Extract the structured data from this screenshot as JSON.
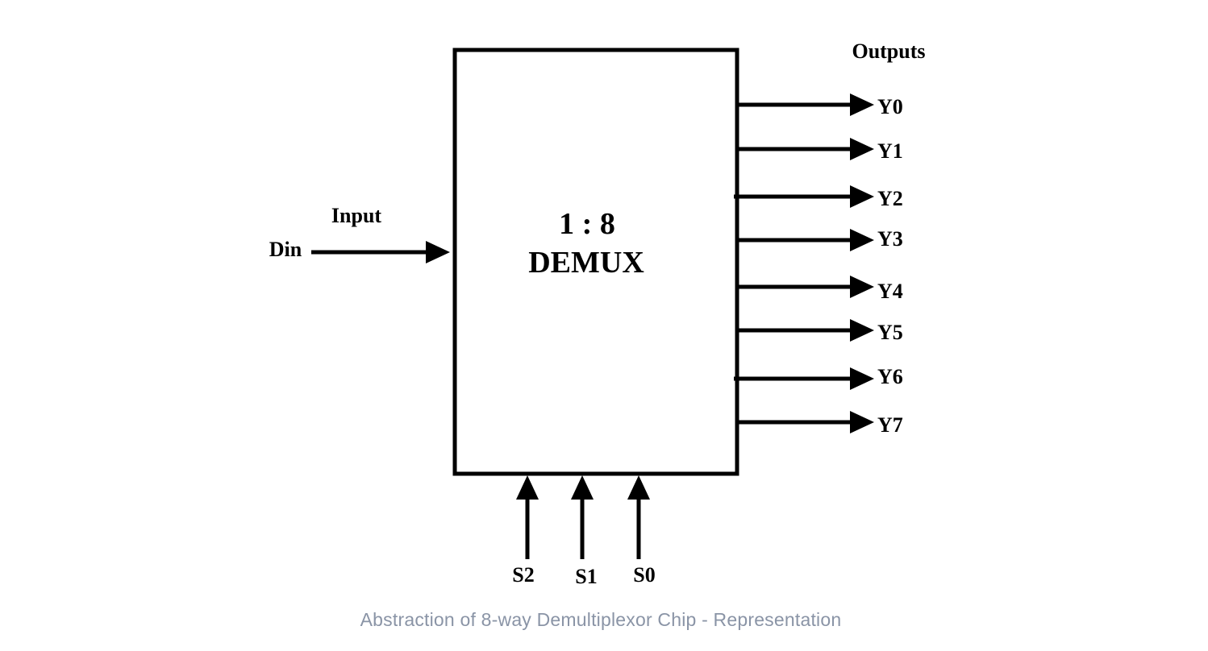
{
  "diagram": {
    "block_title_ratio": "1 : 8",
    "block_title_name": "DEMUX",
    "input_heading": "Input",
    "input_name": "Din",
    "outputs_heading": "Outputs",
    "outputs": [
      "Y0",
      "Y1",
      "Y2",
      "Y3",
      "Y4",
      "Y5",
      "Y6",
      "Y7"
    ],
    "selects": [
      "S2",
      "S1",
      "S0"
    ]
  },
  "caption": "Abstraction of 8-way Demultiplexor Chip - Representation",
  "colors": {
    "line": "#000000",
    "caption": "#8a94a6",
    "background": "#ffffff"
  }
}
